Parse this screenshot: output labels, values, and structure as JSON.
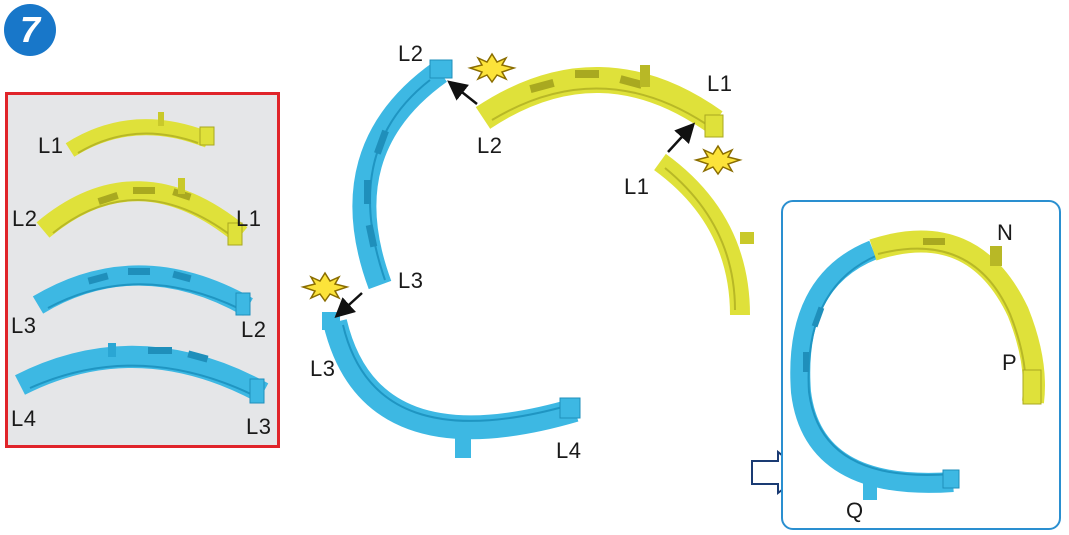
{
  "step": {
    "number": "7"
  },
  "parts_panel": {
    "pieces": [
      {
        "color": "yellow",
        "left_label": "L1",
        "right_label": ""
      },
      {
        "color": "yellow",
        "left_label": "L2",
        "right_label": "L1"
      },
      {
        "color": "blue",
        "left_label": "L3",
        "right_label": "L2"
      },
      {
        "color": "blue",
        "left_label": "L4",
        "right_label": "L3"
      }
    ]
  },
  "assembly": {
    "labels": [
      "L2",
      "L1",
      "L2",
      "L1",
      "L3",
      "L3",
      "L4"
    ]
  },
  "result": {
    "labels": {
      "n": "N",
      "p": "P",
      "q": "Q"
    }
  },
  "colors": {
    "yellow": "#dfe13a",
    "blue": "#3db8e3",
    "panel_border": "#e0242a",
    "result_border": "#2a8fd0",
    "step_badge": "#1877c9"
  }
}
